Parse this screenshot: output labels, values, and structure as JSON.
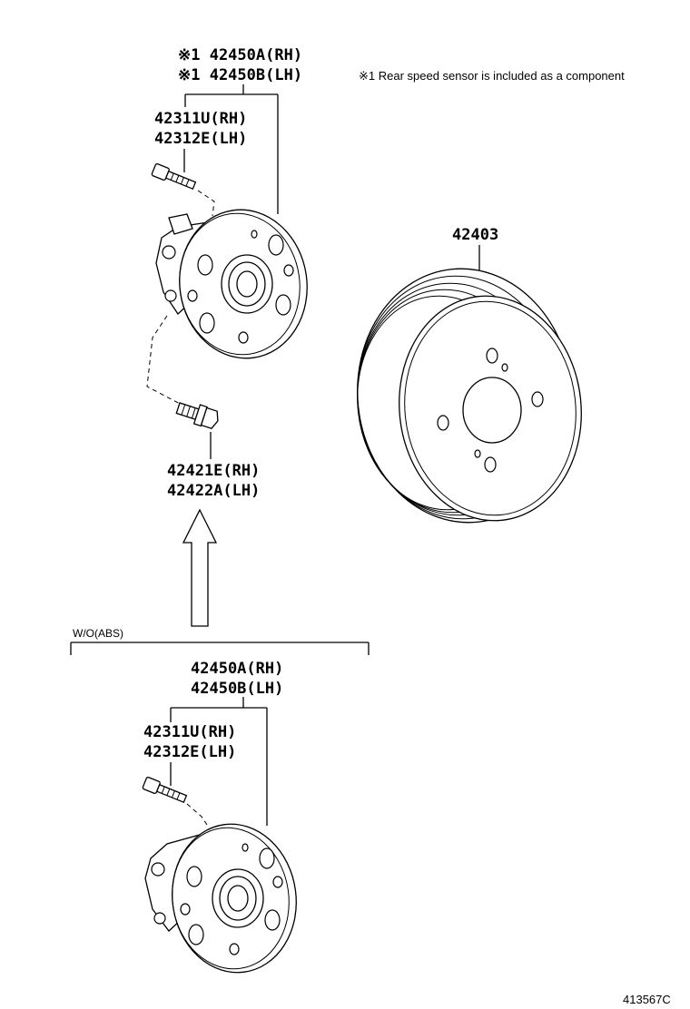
{
  "labels": {
    "hub_abs_rh": "※1 42450A(RH)",
    "hub_abs_lh": "※1 42450B(LH)",
    "note": "※1 Rear speed sensor is included as a component",
    "bolt_top_rh": "42311U(RH)",
    "bolt_top_lh": "42312E(LH)",
    "drum": "42403",
    "hub_bolt_rh": "42421E(RH)",
    "hub_bolt_lh": "42422A(LH)",
    "variant": "W/O(ABS)",
    "hub_rh": "42450A(RH)",
    "hub_lh": "42450B(LH)",
    "bolt_bottom_rh": "42311U(RH)",
    "bolt_bottom_lh": "42312E(LH)",
    "diagram_id": "413567C"
  }
}
